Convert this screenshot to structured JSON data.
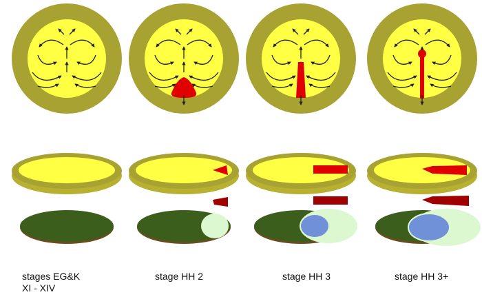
{
  "colors": {
    "rim": "#a8a232",
    "yolk": "#ffff44",
    "streak": "#e00000",
    "streak_dark": "#a00000",
    "hypoblast": "#3b5e1c",
    "epiblast_light": "#dcf8d0",
    "node_blue": "#7090d8",
    "arrow": "#222222"
  },
  "stages": [
    {
      "label": "stages EG&K",
      "label2": "XI - XIV"
    },
    {
      "label": "stage HH 2",
      "label2": ""
    },
    {
      "label": "stage HH 3",
      "label2": ""
    },
    {
      "label": "stage HH 3+",
      "label2": ""
    }
  ]
}
